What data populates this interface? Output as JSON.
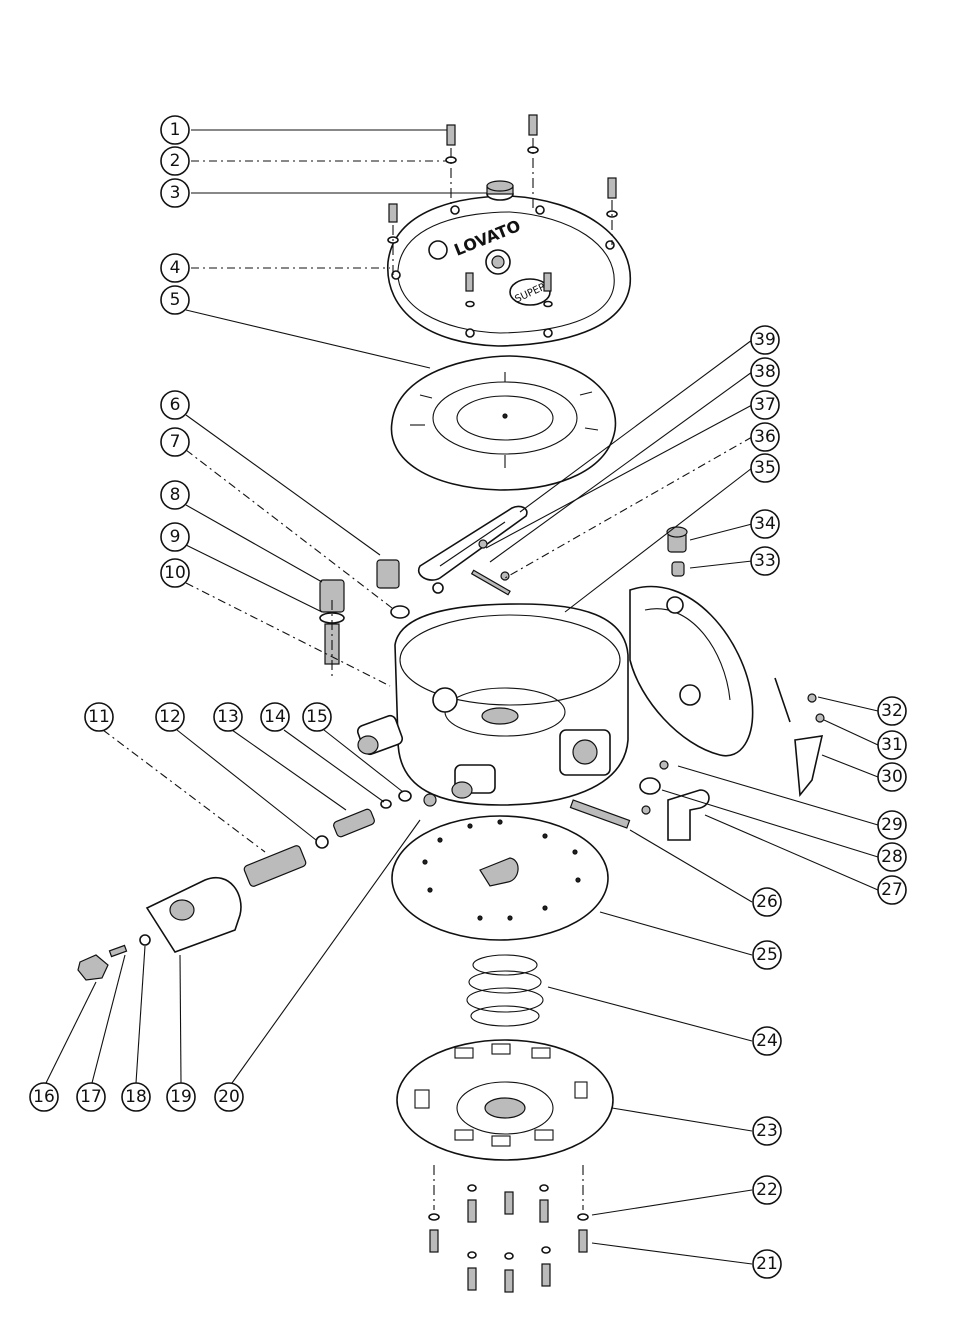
{
  "diagram": {
    "logo_text": "LOVATO",
    "model_mark": "SUPER",
    "callouts": [
      "1",
      "2",
      "3",
      "4",
      "5",
      "6",
      "7",
      "8",
      "9",
      "10",
      "11",
      "12",
      "13",
      "14",
      "15",
      "16",
      "17",
      "18",
      "19",
      "20",
      "21",
      "22",
      "23",
      "24",
      "25",
      "26",
      "27",
      "28",
      "29",
      "30",
      "31",
      "32",
      "33",
      "34",
      "35",
      "36",
      "37",
      "38",
      "39"
    ]
  }
}
